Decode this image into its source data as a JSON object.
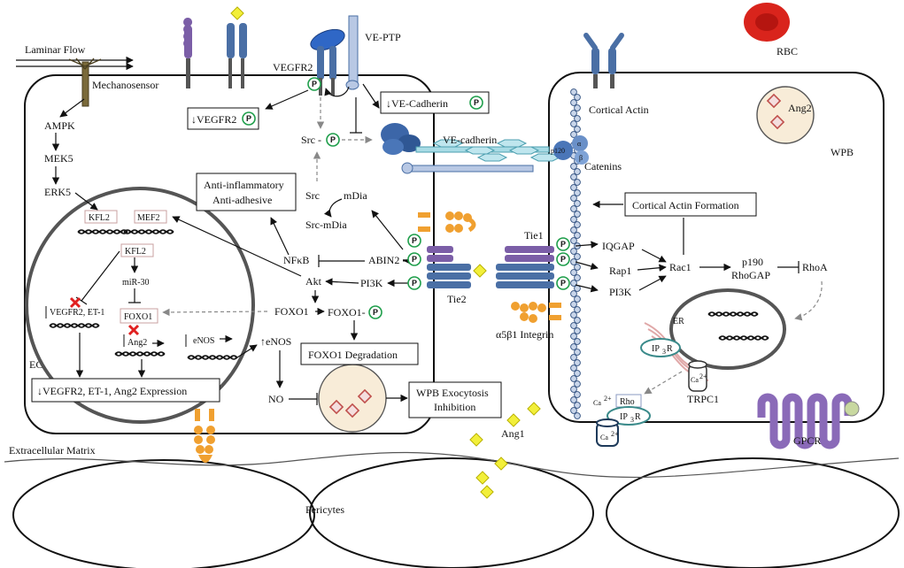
{
  "labels": {
    "laminar_flow": "Laminar Flow",
    "mechanosensor": "Mechanosensor",
    "ampk": "AMPK",
    "mek5": "MEK5",
    "erk5": "ERK5",
    "kfl2_a": "KFL2",
    "mef2": "MEF2",
    "kfl2_b": "KFL2",
    "mir30": "miR-30",
    "vegfr2_et1": "VEGFR2, ET-1",
    "foxo1_nuc": "FOXO1",
    "ang2_nuc": "Ang2",
    "ec": "EC",
    "vegfr2": "VEGFR2",
    "ve_ptp": "VE-PTP",
    "dn_vegfr2": "↓VEGFR2",
    "dn_vecad": "↓VE-Cadherin",
    "src_p": "Src -",
    "src": "Src",
    "mdia": "mDia",
    "src_mdia": "Src-mDia",
    "anti_inflam_1": "Anti-inflammatory",
    "anti_inflam_2": "Anti-adhesive",
    "nfkb": "NFκB",
    "abin2": "ABIN2",
    "akt": "Akt",
    "pi3k_left": "PI3K",
    "foxo1": "FOXO1",
    "foxo1_p": "FOXO1-",
    "foxo1_deg": "FOXO1 Degradation",
    "enos_gene": "eNOS",
    "up_enos": "↑eNOS",
    "no": "NO",
    "wpb_exo_1": "WPB Exocytosis",
    "wpb_exo_2": "Inhibition",
    "dn_expr": "↓VEGFR2, ET-1, Ang2 Expression",
    "ve_cadherin": "VE-cadherin",
    "tie1": "Tie1",
    "tie2": "Tie2",
    "integrin": "α5β1 Integrin",
    "ang1": "Ang1",
    "p120": "p120",
    "alpha": "α",
    "beta": "β",
    "catenins": "Catenins",
    "cortical_actin": "Cortical Actin",
    "cortical_actin_formation": "Cortical Actin Formation",
    "iqgap": "IQGAP",
    "rap1": "Rap1",
    "pi3k_right": "PI3K",
    "rac1": "Rac1",
    "p190_1": "p190",
    "p190_2": "RhoGAP",
    "rhoa": "RhoA",
    "wpb": "WPB",
    "ang2_wpb": "Ang2",
    "rbc": "RBC",
    "er": "ER",
    "ip3r": "IP",
    "ip3r_sub": "3",
    "ip3r_tail": "R",
    "ca2_a": "Ca",
    "ca2_sup": "2+",
    "trpc1": "TRPC1",
    "rho": "Rho",
    "ip3r_b": "IP",
    "ca2_b": "Ca",
    "gpcr": "GPCR",
    "ecm": "Extracellular Matrix",
    "pericytes": "Pericytes",
    "p_symbol": "P"
  },
  "colors": {
    "receptor_blue": "#4a6fa5",
    "receptor_purple": "#7b5ea7",
    "vecad_teal": "#5bb8c9",
    "orange": "#f0a030",
    "diamond_yellow": "#f2ef3a",
    "diamond_red": "#c0504d",
    "wpb_fill": "#f8ecd8",
    "phospho_green": "#1e9e4a",
    "rbc_red": "#d9241c"
  }
}
